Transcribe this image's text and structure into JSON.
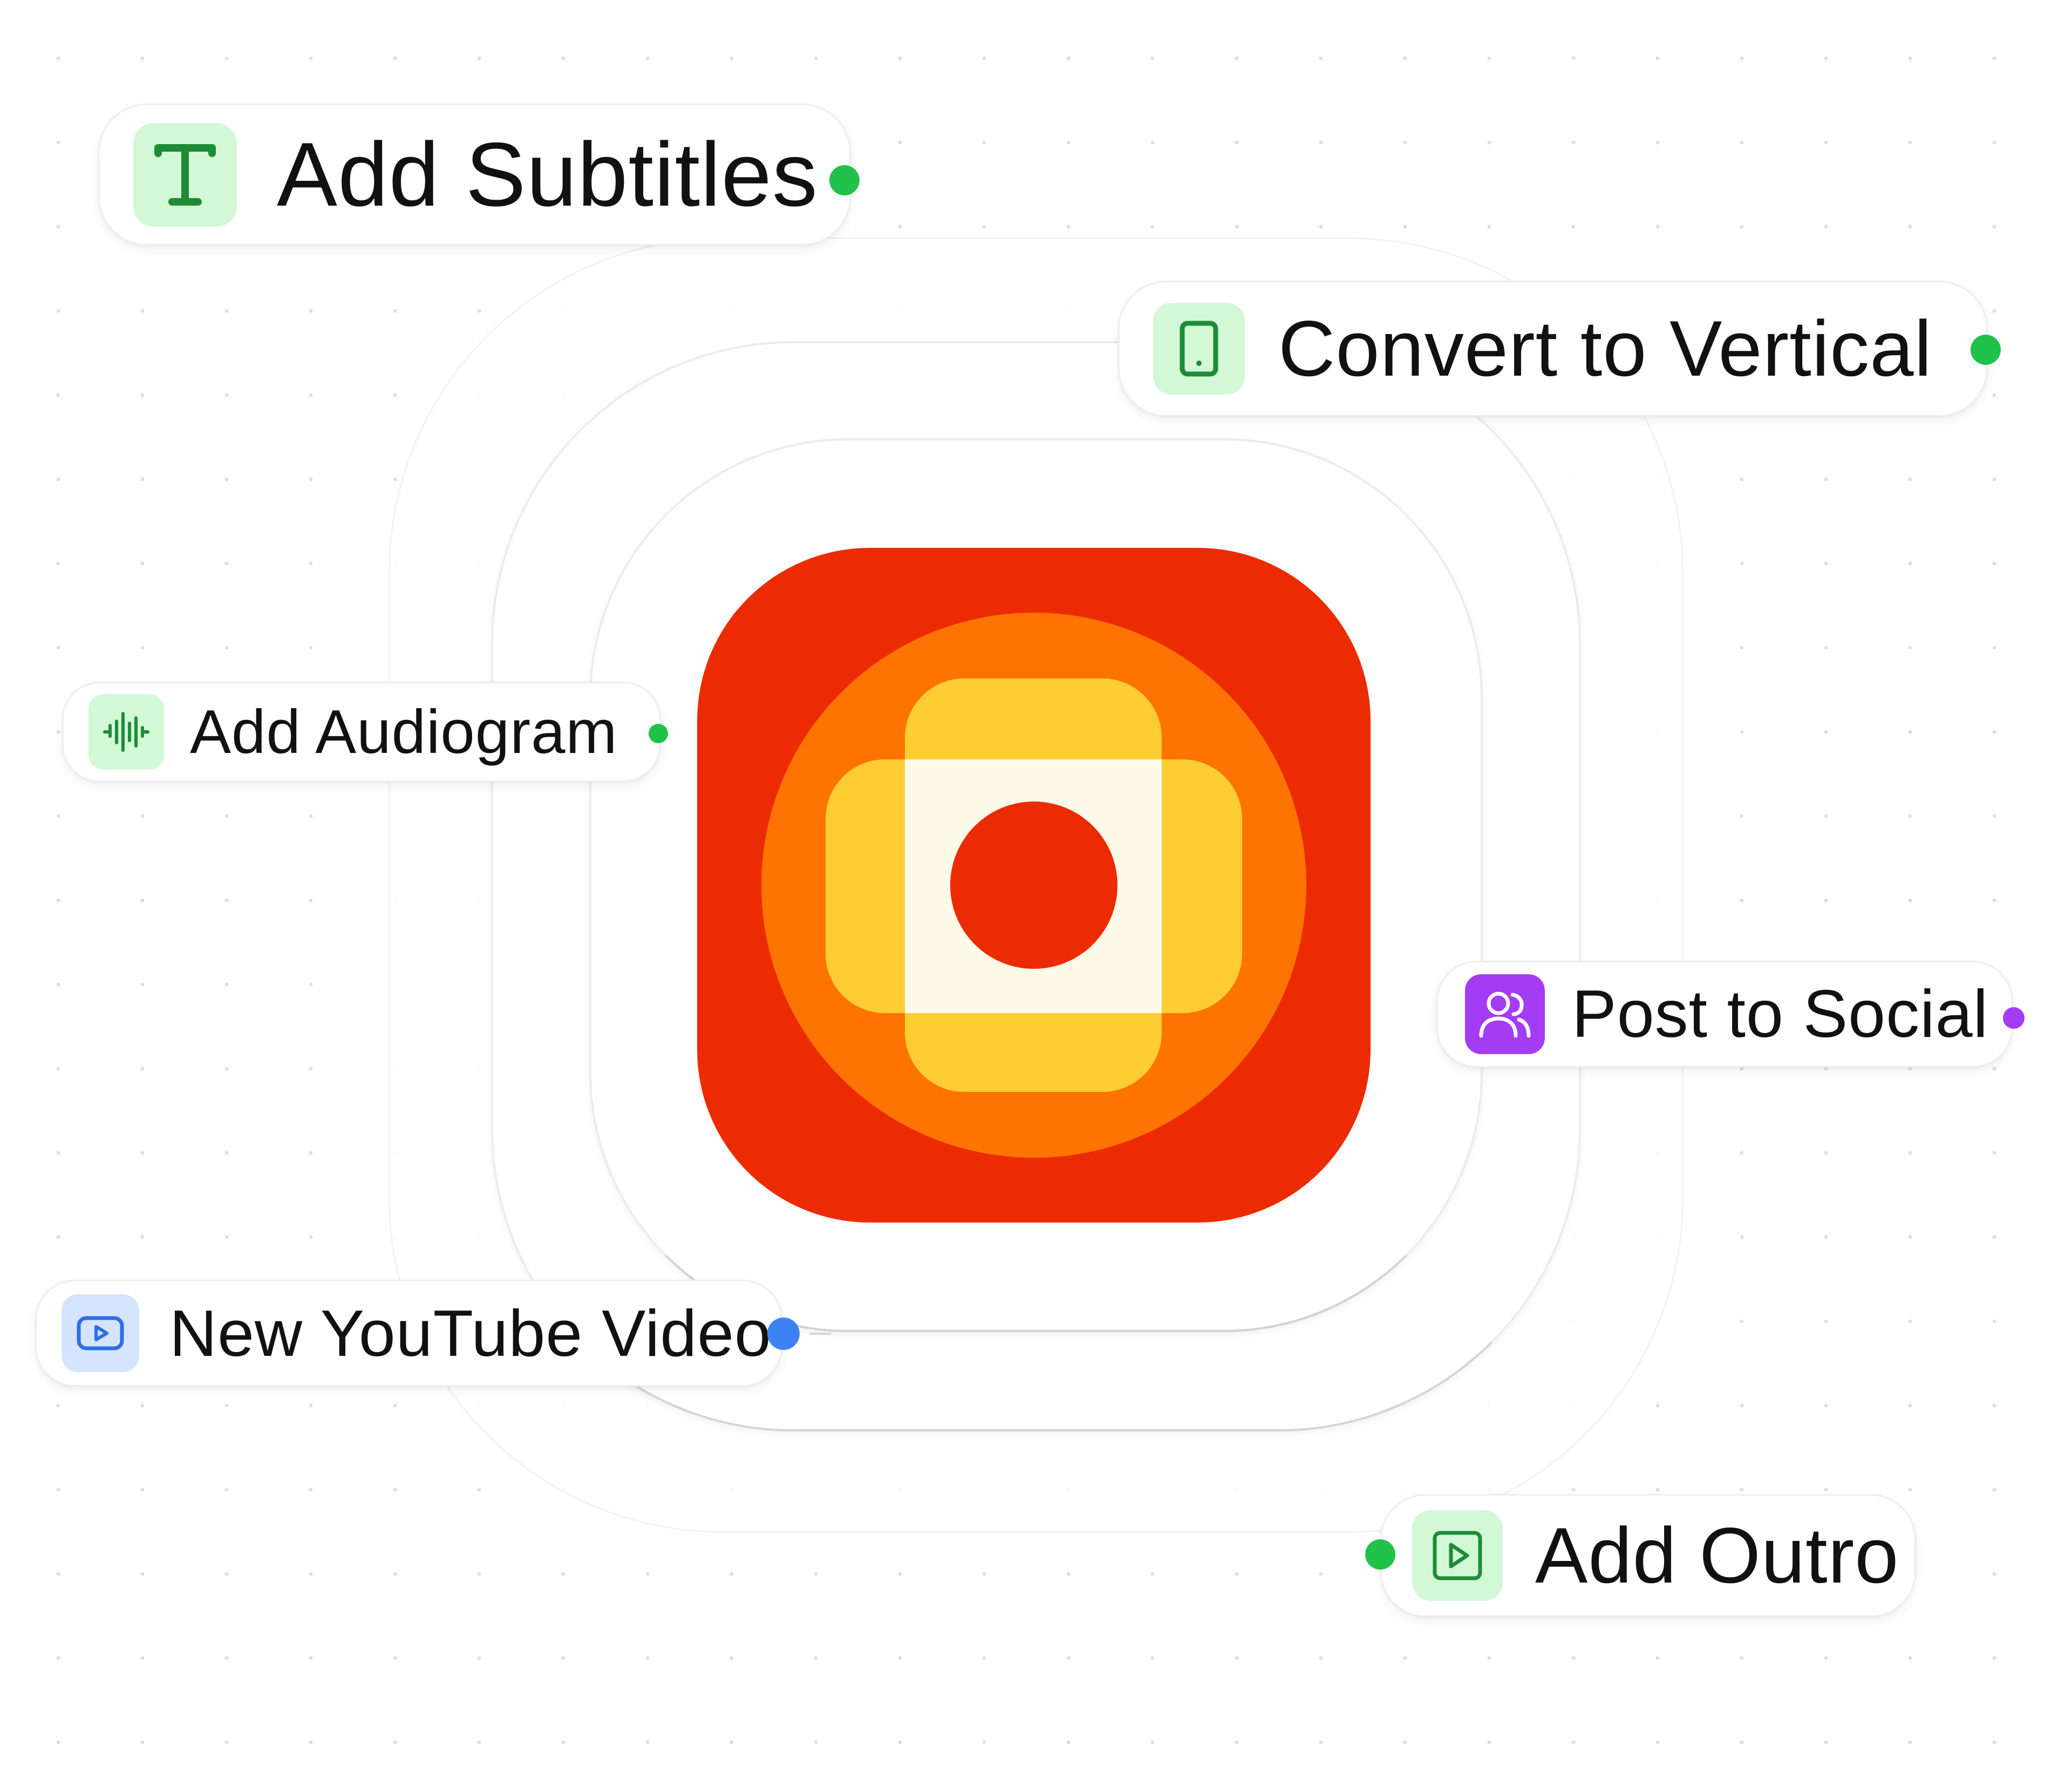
{
  "canvas": {
    "background": "#ffffff",
    "grid_dot_color": "#dcdfe3"
  },
  "app_logo": {
    "icon": "app-logo-icon",
    "colors": {
      "outer": "#ec2b02",
      "ring": "#fd7402",
      "cross": "#fecd34",
      "center_square": "#fffae8",
      "dot": "#ec2b02"
    }
  },
  "nodes": [
    {
      "id": "add-subtitles",
      "label": "Add Subtitles",
      "icon": "text-t-icon",
      "icon_bg": "#d2f8d6",
      "icon_color": "#1e8c37",
      "port_color": "#20c24a"
    },
    {
      "id": "convert-to-vertical",
      "label": "Convert to Vertical",
      "icon": "phone-icon",
      "icon_bg": "#d2f8d6",
      "icon_color": "#1e8c37",
      "port_color": "#20c24a"
    },
    {
      "id": "add-audiogram",
      "label": "Add Audiogram",
      "icon": "waveform-icon",
      "icon_bg": "#d2f8d6",
      "icon_color": "#1e8c37",
      "port_color": "#20c24a"
    },
    {
      "id": "post-to-social",
      "label": "Post to Social",
      "icon": "users-icon",
      "icon_bg": "#a33cf2",
      "icon_color": "#ffffff",
      "port_color": "#a33cf2"
    },
    {
      "id": "new-youtube-video",
      "label": "New YouTube Video",
      "icon": "video-play-icon",
      "icon_bg": "#d4e4fd",
      "icon_color": "#2d6ee6",
      "port_color": "#3d82f5"
    },
    {
      "id": "add-outro",
      "label": "Add Outro",
      "icon": "play-square-icon",
      "icon_bg": "#d2f8d6",
      "icon_color": "#1e8c37",
      "port_color": "#20c24a"
    }
  ]
}
